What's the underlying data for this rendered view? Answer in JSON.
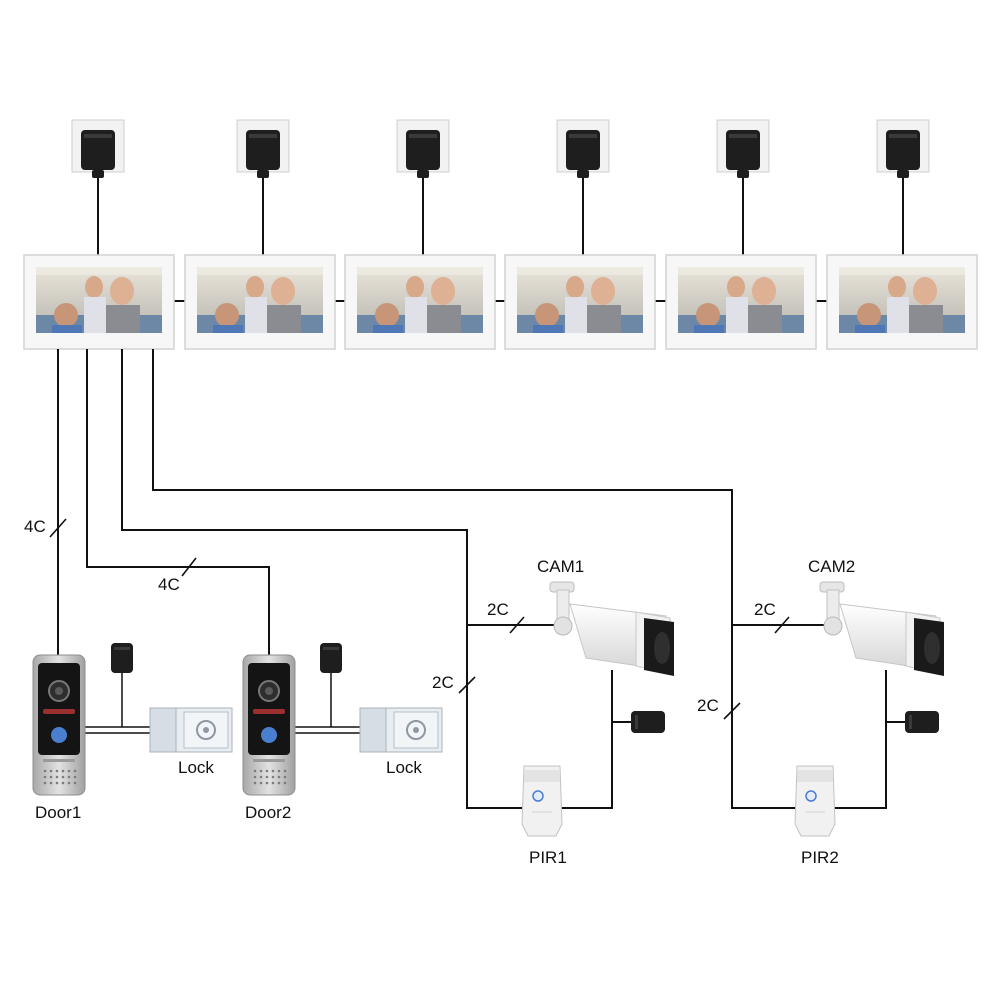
{
  "labels": {
    "door1": "Door1",
    "door2": "Door2",
    "lock1": "Lock",
    "lock2": "Lock",
    "cam1": "CAM1",
    "cam2": "CAM2",
    "pir1": "PIR1",
    "pir2": "PIR2",
    "wire_door1": "4C",
    "wire_door2": "4C",
    "wire_cam1": "2C",
    "wire_pir1": "2C",
    "wire_cam2": "2C",
    "wire_pir2": "2C"
  },
  "monitors": [
    {
      "id": "monitor-1"
    },
    {
      "id": "monitor-2"
    },
    {
      "id": "monitor-3"
    },
    {
      "id": "monitor-4"
    },
    {
      "id": "monitor-5"
    },
    {
      "id": "monitor-6"
    }
  ],
  "colors": {
    "wire": "#111111",
    "device_white": "#f4f4f4",
    "adapter_black": "#1e1e1e",
    "door_panel_silver": "#c8c8c8",
    "door_panel_black": "#141414",
    "indicator_blue": "#4a7fd0"
  },
  "icons": {
    "adapter": "power-adapter-icon",
    "monitor": "indoor-monitor-icon",
    "door": "door-station-icon",
    "lock": "electric-lock-icon",
    "camera": "bullet-camera-icon",
    "pir": "pir-sensor-icon"
  }
}
